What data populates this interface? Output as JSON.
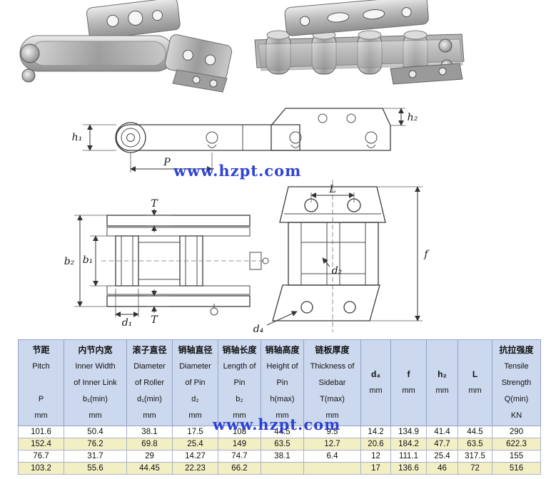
{
  "watermark": {
    "text": "www.hzpt.com",
    "color": "#2136d0"
  },
  "diagram": {
    "labels": {
      "h1": "h₁",
      "h2": "h₂",
      "p": "P",
      "b1": "b₁",
      "b2": "b₂",
      "t_top": "T",
      "t_bottom": "T",
      "d1": "d₁",
      "d2": "d₂",
      "d4": "d₄",
      "l": "L",
      "f": "f"
    }
  },
  "table": {
    "header_bg": "#ccd8ee",
    "stripe_bg": "#f3efc5",
    "columns": [
      {
        "id": "pitch",
        "lines": [
          "节距",
          "Pitch",
          "",
          "P",
          "mm"
        ]
      },
      {
        "id": "inner-width",
        "lines": [
          "内节内宽",
          "Inner Width",
          "of Inner Link",
          "b₁(min)",
          "mm"
        ]
      },
      {
        "id": "roller-diameter",
        "lines": [
          "滚子直径",
          "Diameter",
          "of Roller",
          "d₁(min)",
          "mm"
        ]
      },
      {
        "id": "pin-diameter",
        "lines": [
          "销轴直径",
          "Diameter",
          "of Pin",
          "d₂",
          "mm"
        ]
      },
      {
        "id": "pin-length",
        "lines": [
          "销轴长度",
          "Length of",
          "Pin",
          "b₂",
          "mm"
        ]
      },
      {
        "id": "pin-height",
        "lines": [
          "销轴高度",
          "Height of",
          "Pin",
          "h(max)",
          "mm"
        ]
      },
      {
        "id": "sidebar-thickness",
        "lines": [
          "链板厚度",
          "Thickness of",
          "Sidebar",
          "T(max)",
          "mm"
        ]
      },
      {
        "id": "d4",
        "lines": [
          "d₄",
          "mm"
        ]
      },
      {
        "id": "f",
        "lines": [
          "f",
          "mm"
        ]
      },
      {
        "id": "h2",
        "lines": [
          "h₂",
          "mm"
        ]
      },
      {
        "id": "L",
        "lines": [
          "L",
          "mm"
        ]
      },
      {
        "id": "tensile-strength",
        "lines": [
          "抗拉强度",
          "Tensile",
          "Strength",
          "Q(min)",
          "KN"
        ]
      }
    ],
    "rows": [
      [
        "101.6",
        "50.4",
        "38.1",
        "17.5",
        "108",
        "44.5",
        "9.5",
        "14.2",
        "134.9",
        "41.4",
        "44.5",
        "290"
      ],
      [
        "152.4",
        "76.2",
        "69.8",
        "25.4",
        "149",
        "63.5",
        "12.7",
        "20.6",
        "184.2",
        "47.7",
        "63.5",
        "622.3"
      ],
      [
        "76.7",
        "31.7",
        "29",
        "14.27",
        "74.7",
        "38.1",
        "6.4",
        "12",
        "111.1",
        "25.4",
        "317.5",
        "155"
      ],
      [
        "103.2",
        "55.6",
        "44.45",
        "22.23",
        "66.2",
        "",
        "",
        "17",
        "136.6",
        "46",
        "72",
        "516"
      ]
    ]
  }
}
